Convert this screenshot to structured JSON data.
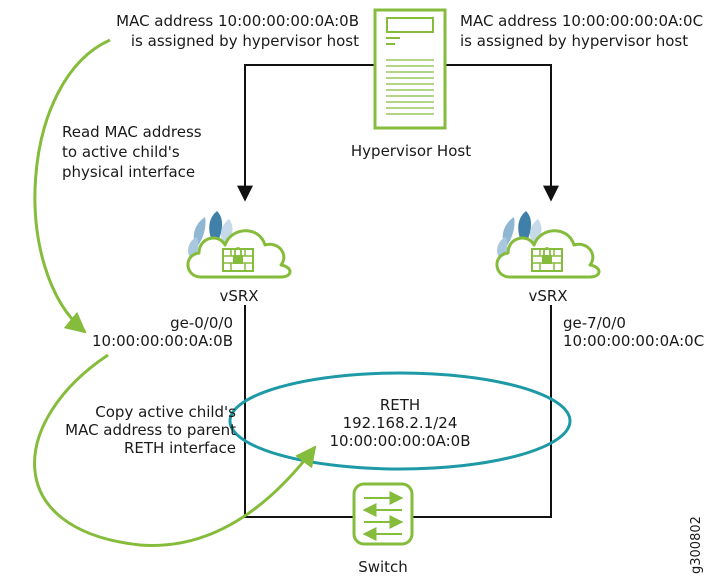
{
  "colors": {
    "accent_green": "#86bc3c",
    "wire": "#111111",
    "reth_oval": "#1e9aa6",
    "petal_blue": "#3f7fa8",
    "petal_light": "#8fb7d4"
  },
  "top_left_label": [
    "MAC address 10:00:00:00:0A:0B",
    "is assigned by hypervisor host"
  ],
  "top_right_label": [
    "MAC address 10:00:00:00:0A:0C",
    "is assigned by hypervisor host"
  ],
  "read_mac_label": [
    "Read MAC address",
    "to active child's",
    "physical interface"
  ],
  "hypervisor": {
    "label": "Hypervisor Host",
    "icon": "server-icon"
  },
  "vsrx_left": {
    "label": "vSRX",
    "icon": "cloud-firewall-icon"
  },
  "vsrx_right": {
    "label": "vSRX",
    "icon": "cloud-firewall-icon"
  },
  "iface_left": {
    "name": "ge-0/0/0",
    "mac": "10:00:00:00:0A:0B"
  },
  "iface_right": {
    "name": "ge-7/0/0",
    "mac": "10:00:00:00:0A:0C"
  },
  "copy_mac_label": [
    "Copy active child's",
    "MAC address to parent",
    "RETH interface"
  ],
  "reth": {
    "title": "RETH",
    "ip": "192.168.2.1/24",
    "mac": "10:00:00:00:0A:0B"
  },
  "switch": {
    "label": "Switch",
    "icon": "switch-icon"
  },
  "figure_id": "g300802"
}
